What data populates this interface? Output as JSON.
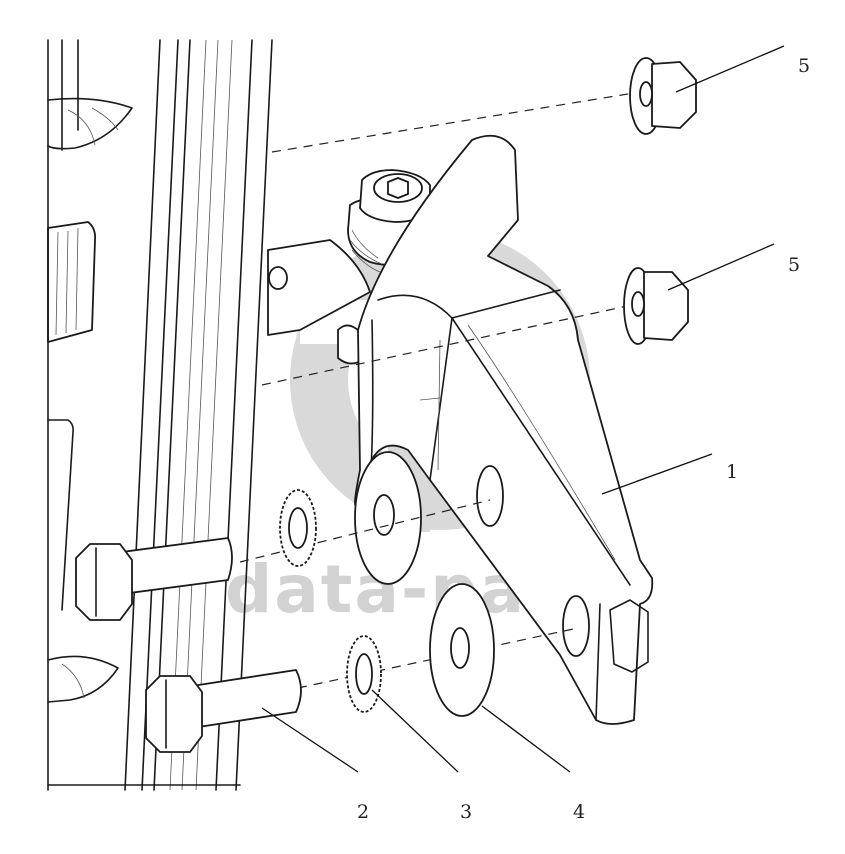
{
  "watermark": {
    "text": "data-parts",
    "color": "#d2d2d2"
  },
  "callouts": [
    {
      "id": "nut-upper",
      "label": "5"
    },
    {
      "id": "nut-middle",
      "label": "5"
    },
    {
      "id": "bracket",
      "label": "1"
    },
    {
      "id": "bolt",
      "label": "2"
    },
    {
      "id": "lock-washer",
      "label": "3"
    },
    {
      "id": "flat-washer",
      "label": "4"
    }
  ],
  "colors": {
    "line": "#1a1a1a",
    "background": "#ffffff"
  }
}
